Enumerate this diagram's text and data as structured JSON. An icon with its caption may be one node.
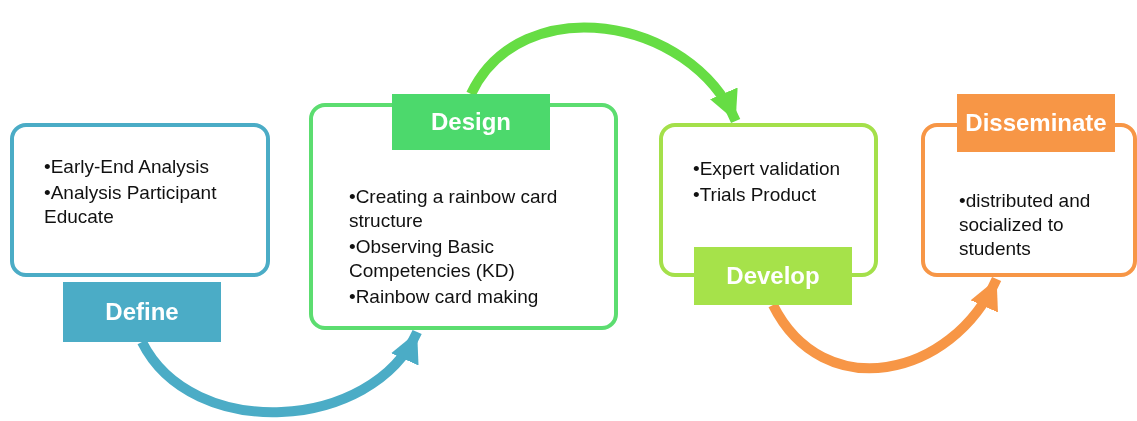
{
  "diagram": {
    "nodes": [
      {
        "text": [
          "•Early-End Analysis",
          "•Analysis Participant Educate"
        ]
      },
      {
        "text": [
          "Define"
        ]
      },
      {
        "text": [
          "Design"
        ]
      },
      {
        "text": [
          "•Creating a rainbow card structure",
          "•Observing Basic Competencies (KD)",
          "•Rainbow card making"
        ]
      },
      {
        "text": [
          "•Expert validation",
          "•Trials Product"
        ]
      },
      {
        "text": [
          "Develop"
        ]
      },
      {
        "text": [
          "Disseminate"
        ]
      },
      {
        "text": [
          "•distributed and socialized to students"
        ]
      }
    ],
    "edges": [
      {
        "from": 1,
        "to": 3,
        "arrow": "to",
        "color": "#4bacc6"
      },
      {
        "from": 2,
        "to": 4,
        "arrow": "to",
        "color": "#66dd44"
      },
      {
        "from": 5,
        "to": 7,
        "arrow": "to",
        "color": "#f79646"
      }
    ]
  }
}
